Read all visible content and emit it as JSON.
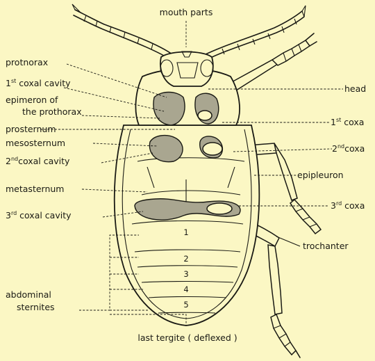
{
  "labels": {
    "mouth_parts": "mouth parts",
    "protnorax": "protnorax",
    "first_coxal_cavity_num": "1",
    "first_coxal_cavity_sup": "st",
    "first_coxal_cavity_text": " coxal cavity",
    "epimeron_line1": "epimeron of",
    "epimeron_line2": "the prothorax",
    "prosternum": "prosternum",
    "mesosternum": "mesosternum",
    "second_coxal_cavity_num": "2",
    "second_coxal_cavity_sup": "nd",
    "second_coxal_cavity_text": "coxal cavity",
    "metasternum": "metasternum",
    "third_coxal_cavity_num": "3",
    "third_coxal_cavity_sup": "rd",
    "third_coxal_cavity_text": " coxal cavity",
    "abdominal_line1": "abdominal",
    "abdominal_line2": "sternites",
    "last_tergite": "last tergite ( deflexed )",
    "head": "head",
    "first_coxa_num": "1",
    "first_coxa_sup": "st",
    "first_coxa_text": " coxa",
    "second_coxa_num": "2",
    "second_coxa_sup": "nd",
    "second_coxa_text": "coxa",
    "epipleuron": "epipleuron",
    "third_coxa_num": "3",
    "third_coxa_sup": "rd",
    "third_coxa_text": " coxa",
    "trochanter": "trochanter"
  },
  "sternite_numbers": [
    "1",
    "2",
    "3",
    "4",
    "5"
  ]
}
